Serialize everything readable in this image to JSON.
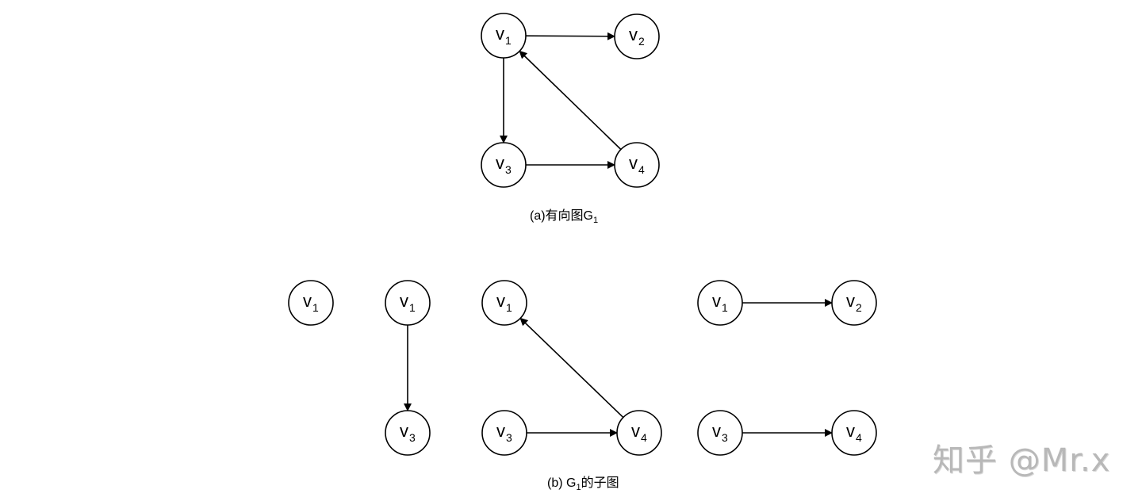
{
  "diagram": {
    "type": "directed-graph-figure",
    "line_color": "#000000",
    "background": "#ffffff",
    "panels": [
      {
        "id": "a",
        "caption": {
          "prefix": "(a)有向图G",
          "subscript": "1",
          "suffix": ""
        },
        "nodes": [
          {
            "id": "a-v1",
            "base": "v",
            "index": "1"
          },
          {
            "id": "a-v2",
            "base": "v",
            "index": "2"
          },
          {
            "id": "a-v3",
            "base": "v",
            "index": "3"
          },
          {
            "id": "a-v4",
            "base": "v",
            "index": "4"
          }
        ],
        "edges": [
          {
            "from": "a-v1",
            "to": "a-v2"
          },
          {
            "from": "a-v1",
            "to": "a-v3"
          },
          {
            "from": "a-v3",
            "to": "a-v4"
          },
          {
            "from": "a-v4",
            "to": "a-v1"
          }
        ]
      },
      {
        "id": "b",
        "caption": {
          "prefix": "(b) G",
          "subscript": "1",
          "suffix": "的子图"
        },
        "subgraphs": [
          {
            "nodes": [
              {
                "id": "b1-v1",
                "base": "v",
                "index": "1"
              }
            ],
            "edges": []
          },
          {
            "nodes": [
              {
                "id": "b2-v1",
                "base": "v",
                "index": "1"
              },
              {
                "id": "b2-v3",
                "base": "v",
                "index": "3"
              }
            ],
            "edges": [
              {
                "from": "b2-v1",
                "to": "b2-v3"
              }
            ]
          },
          {
            "nodes": [
              {
                "id": "b3-v1",
                "base": "v",
                "index": "1"
              },
              {
                "id": "b3-v3",
                "base": "v",
                "index": "3"
              },
              {
                "id": "b3-v4",
                "base": "v",
                "index": "4"
              }
            ],
            "edges": [
              {
                "from": "b3-v3",
                "to": "b3-v4"
              },
              {
                "from": "b3-v4",
                "to": "b3-v1"
              }
            ]
          },
          {
            "nodes": [
              {
                "id": "b4-v1",
                "base": "v",
                "index": "1"
              },
              {
                "id": "b4-v2",
                "base": "v",
                "index": "2"
              },
              {
                "id": "b4-v3",
                "base": "v",
                "index": "3"
              },
              {
                "id": "b4-v4",
                "base": "v",
                "index": "4"
              }
            ],
            "edges": [
              {
                "from": "b4-v1",
                "to": "b4-v2"
              },
              {
                "from": "b4-v3",
                "to": "b4-v4"
              }
            ]
          }
        ]
      }
    ]
  },
  "watermark": "知乎 @Mr.x"
}
